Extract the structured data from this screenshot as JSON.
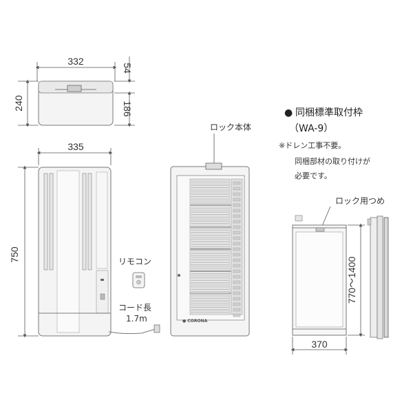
{
  "dimensions": {
    "top_width": "332",
    "top_height_small": "54",
    "top_depth": "240",
    "top_height_large": "186",
    "front_width": "335",
    "front_height": "750",
    "frame_width": "370",
    "frame_height_range": "770～1400"
  },
  "labels": {
    "remote": "リモコン",
    "cord_length_label": "コード長",
    "cord_length_value": "1.7m",
    "lock_body": "ロック本体",
    "lock_claw": "ロック用つめ"
  },
  "notes": {
    "bullet": "●",
    "title": "同梱標準取付枠",
    "model": "（WA-9）",
    "line1": "※ドレン工事不要。",
    "line2": "同梱部材の取り付けが",
    "line3": "必要です。"
  },
  "brand_mark": "CORONA"
}
